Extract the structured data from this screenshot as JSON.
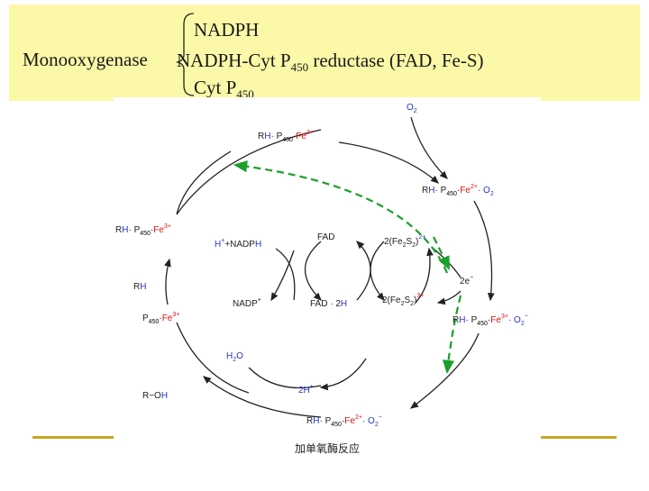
{
  "header": {
    "title": "Monooxygenase",
    "line1": "NADPH",
    "line2_main": "NADPH-Cyt P",
    "line2_sub": "450",
    "line2_tail": " reductase (FAD, Fe-S)",
    "line3_main": "Cyt P",
    "line3_sub": "450"
  },
  "diagram": {
    "caption": "加单氧酶反应",
    "labels": {
      "o2": "O",
      "o2_sub": "2",
      "fe2_top_r": "R",
      "fe2_top_h": "H",
      "fe2_top_p": "· P",
      "fe2_top_p_sub": "450",
      "fe2_top_dot": "·",
      "fe2_top_fe": "Fe",
      "fe2_top_fe_sup": "2+",
      "rh_o2_r": "R",
      "rh_o2_h": "H",
      "rh_o2_p": "· P",
      "rh_o2_sub": "450",
      "rh_o2_dot": "·",
      "rh_o2_fe": "Fe",
      "rh_o2_fe_sup": "2+",
      "rh_o2_o": "· O",
      "rh_o2_o_sub": "2",
      "fe3_left_r": "R",
      "fe3_left_h": "H",
      "fe3_left_p": "· P",
      "fe3_left_sub": "450",
      "fe3_left_dot": "·",
      "fe3_left_fe": "Fe",
      "fe3_left_sup": "3+",
      "rh": "R",
      "rh_h": "H",
      "p450fe3_p": "P",
      "p450fe3_sub": "450",
      "p450fe3_dot": "·",
      "p450fe3_fe": "Fe",
      "p450fe3_sup": "3+",
      "hplus_nadph": "H",
      "hplus_sup": "+",
      "nadph_rest": "+NADP",
      "nadph_h": "H",
      "nadp_plus": "NADP",
      "nadp_plus_sup": "+",
      "fad": "FAD",
      "fad2h": "FAD · 2",
      "fad2h_h": "H",
      "fe2s2_ox": "2(Fe",
      "fe2s2_ox_sub1": "2",
      "fe2s2_ox_mid": "S",
      "fe2s2_ox_sub2": "2",
      "fe2s2_ox_end": ")",
      "fe2s2_ox_sup": "2+",
      "fe2s2_red": "2(Fe",
      "fe2s2_red_sub1": "2",
      "fe2s2_red_mid": "S",
      "fe2s2_red_sub2": "2",
      "fe2s2_red_end": ")",
      "fe2s2_red_sup": "3+",
      "two_e": "2e",
      "two_e_sup": "−",
      "superoxide_r": "R",
      "superoxide_h": "H",
      "superoxide_p": "· P",
      "superoxide_sub": "450",
      "superoxide_dot": "·",
      "superoxide_fe": "Fe",
      "superoxide_sup": "3+",
      "superoxide_o": "· O",
      "superoxide_o_sub": "2",
      "superoxide_o_sup": "−",
      "h2o_h": "H",
      "h2o_sub": "2",
      "h2o_o": "O",
      "roh_r": "R−O",
      "roh_h": "H",
      "twoh": "2H",
      "twoh_sup": "+",
      "bottom_r": "R",
      "bottom_h": "H",
      "bottom_p": "· P",
      "bottom_sub": "450",
      "bottom_dot": "·",
      "bottom_fe": "Fe",
      "bottom_sup": "2+",
      "bottom_o": "· O",
      "bottom_o_sub": "2",
      "bottom_o_sup": "−"
    }
  },
  "colors": {
    "header_bg": "#fbf8a8",
    "red": "#e01010",
    "blue": "#2a36c8",
    "pink": "#e0188a",
    "green": "#1aa02a",
    "gold": "#c8a71e"
  }
}
